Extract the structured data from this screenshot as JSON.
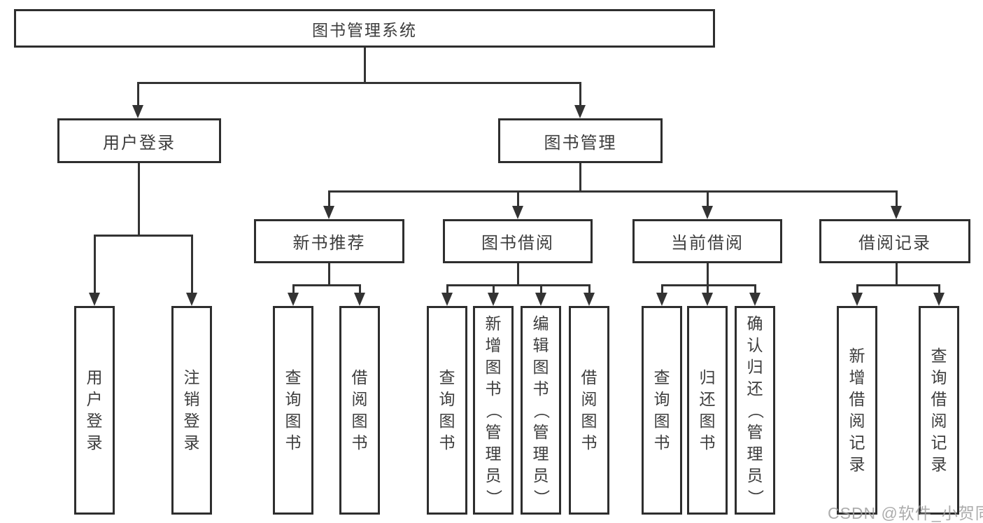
{
  "root": {
    "label": "图书管理系统"
  },
  "branches": {
    "user_login": {
      "label": "用户登录",
      "children": [
        {
          "label": "用户登录"
        },
        {
          "label": "注销登录"
        }
      ]
    },
    "book_management": {
      "label": "图书管理",
      "children": [
        {
          "label": "新书推荐",
          "children": [
            {
              "label": "查询图书"
            },
            {
              "label": "借阅图书"
            }
          ]
        },
        {
          "label": "图书借阅",
          "children": [
            {
              "label": "查询图书"
            },
            {
              "label": "新增图书（管理员）"
            },
            {
              "label": "编辑图书（管理员）"
            },
            {
              "label": "借阅图书"
            }
          ]
        },
        {
          "label": "当前借阅",
          "children": [
            {
              "label": "查询图书"
            },
            {
              "label": "归还图书"
            },
            {
              "label": "确认归还（管理员）"
            }
          ]
        },
        {
          "label": "借阅记录",
          "children": [
            {
              "label": "新增借阅记录"
            },
            {
              "label": "查询借阅记录"
            }
          ]
        }
      ]
    }
  },
  "watermark": "CSDN @软件_小贺同学",
  "colors": {
    "line": "#333333",
    "text": "#3d3d3d",
    "watermark": "#9e9e9e",
    "background": "#ffffff"
  }
}
